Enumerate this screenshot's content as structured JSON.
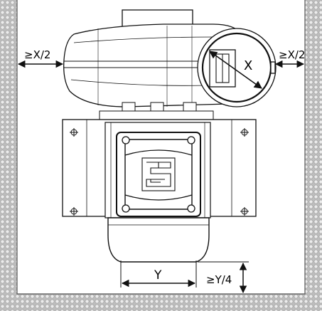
{
  "labels": {
    "clearance_left": "≥X/2",
    "clearance_right": "≥X/2",
    "diameter": "X",
    "width": "Y",
    "clearance_bottom": "≥Y/4"
  },
  "colors": {
    "wall_fill": "#b8b8b8",
    "wall_dot": "#e6e6e6",
    "line": "#111111",
    "housing": "#ffffff"
  }
}
